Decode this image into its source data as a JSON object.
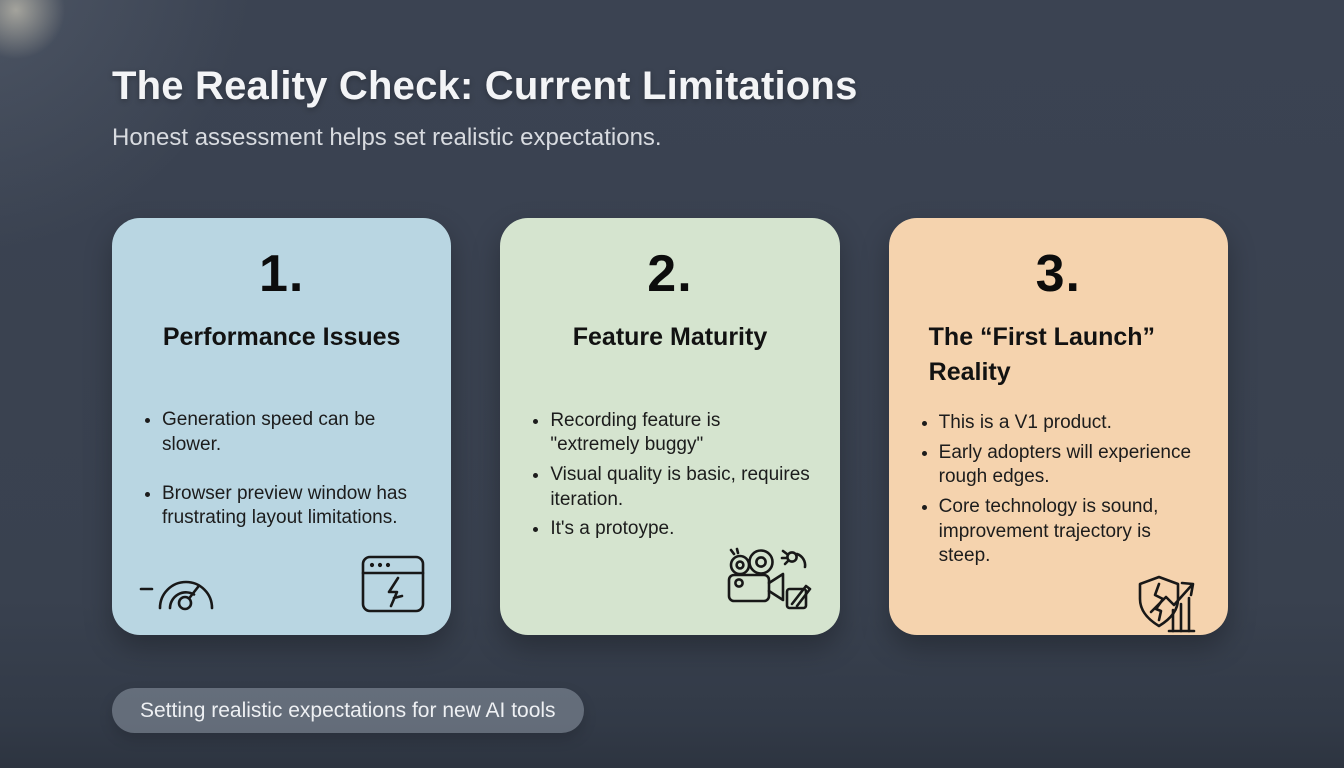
{
  "slide": {
    "title": "The Reality Check: Current Limitations",
    "subtitle": "Honest assessment helps set realistic expectations.",
    "footer_badge": "Setting realistic expectations for new AI tools",
    "background_color": "#3a4150",
    "text_color": "#f3f4f6"
  },
  "cards": [
    {
      "number": "1.",
      "title": "Performance Issues",
      "bullets": [
        "Generation speed can be slower.",
        "Browser preview window has frustrating layout limitations."
      ],
      "icons": [
        "speedometer-icon",
        "broken-browser-window-icon"
      ],
      "bg_color": "#b9d6e2"
    },
    {
      "number": "2.",
      "title": "Feature Maturity",
      "bullets": [
        "Recording feature is \"extremely buggy\"",
        "Visual quality is basic, requires iteration.",
        "It's a protoype."
      ],
      "icons": [
        "video-camera-icon",
        "bug-icon",
        "edit-checkbox-icon"
      ],
      "bg_color": "#d5e4cf"
    },
    {
      "number": "3.",
      "title": "The “First Launch” Reality",
      "bullets": [
        "This is a V1 product.",
        "Early adopters will experience rough edges.",
        "Core technology is sound, improvement trajectory is steep."
      ],
      "icons": [
        "shield-growth-chart-icon"
      ],
      "bg_color": "#f5d3ae"
    }
  ]
}
